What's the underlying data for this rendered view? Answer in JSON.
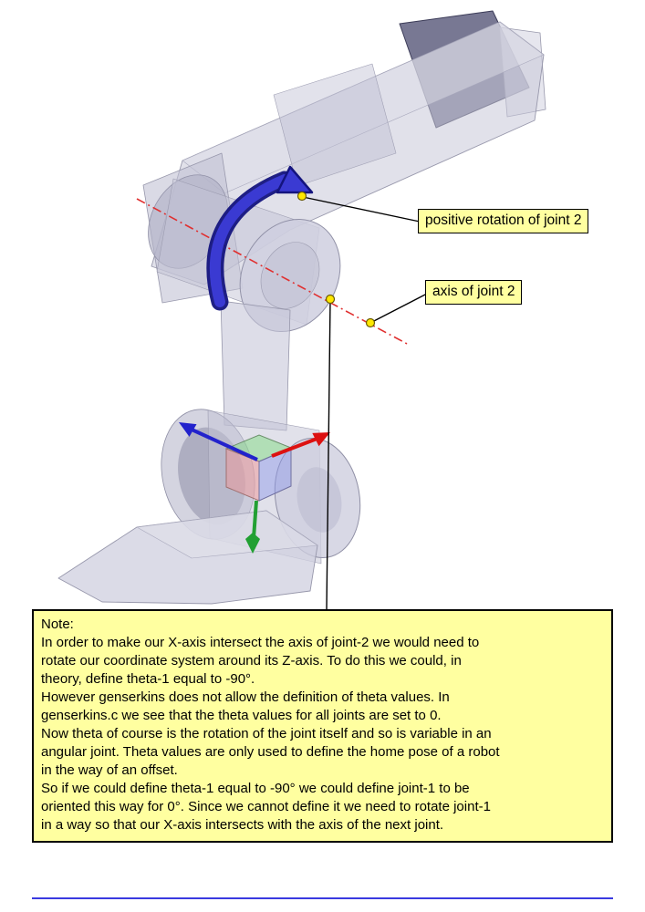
{
  "callouts": {
    "positive_rotation": "positive rotation of joint 2",
    "axis_of_joint": "axis of joint 2"
  },
  "note": {
    "title": "Note:",
    "lines": [
      "In order to make our X-axis intersect the axis of joint-2 we would need to",
      "rotate our coordinate system around its Z-axis. To do this we could, in",
      "theory,  define theta-1 equal to -90°.",
      "However genserkins does not allow the definition of theta values. In",
      "genserkins.c we see that the theta values for all joints are set to 0.",
      "Now theta of course is the rotation of the joint itself and so is variable in an",
      "angular joint. Theta values are only used to define the home pose of a robot",
      "in the way of an offset.",
      "So if we could define theta-1 equal to -90° we could define joint-1  to be",
      "oriented this way for 0°.  Since we cannot define it we need to rotate joint-1",
      "in a way so that our X-axis intersects with the axis of the next joint."
    ]
  },
  "colors": {
    "callout_background": "#ffffa0",
    "note_background": "#ffffa0",
    "rotation_arrow_blue": "#3a3ad2",
    "rotation_arrow_outline": "#14147e",
    "joint_axis_red": "#e03030",
    "marker_yellow": "#ffe800",
    "x_axis_red": "#dd1111",
    "y_axis_green": "#22a033",
    "z_axis_blue": "#2222cc",
    "bottom_rule_blue": "#3a3ae0",
    "robot_body_gray": "#c8c8d9"
  }
}
